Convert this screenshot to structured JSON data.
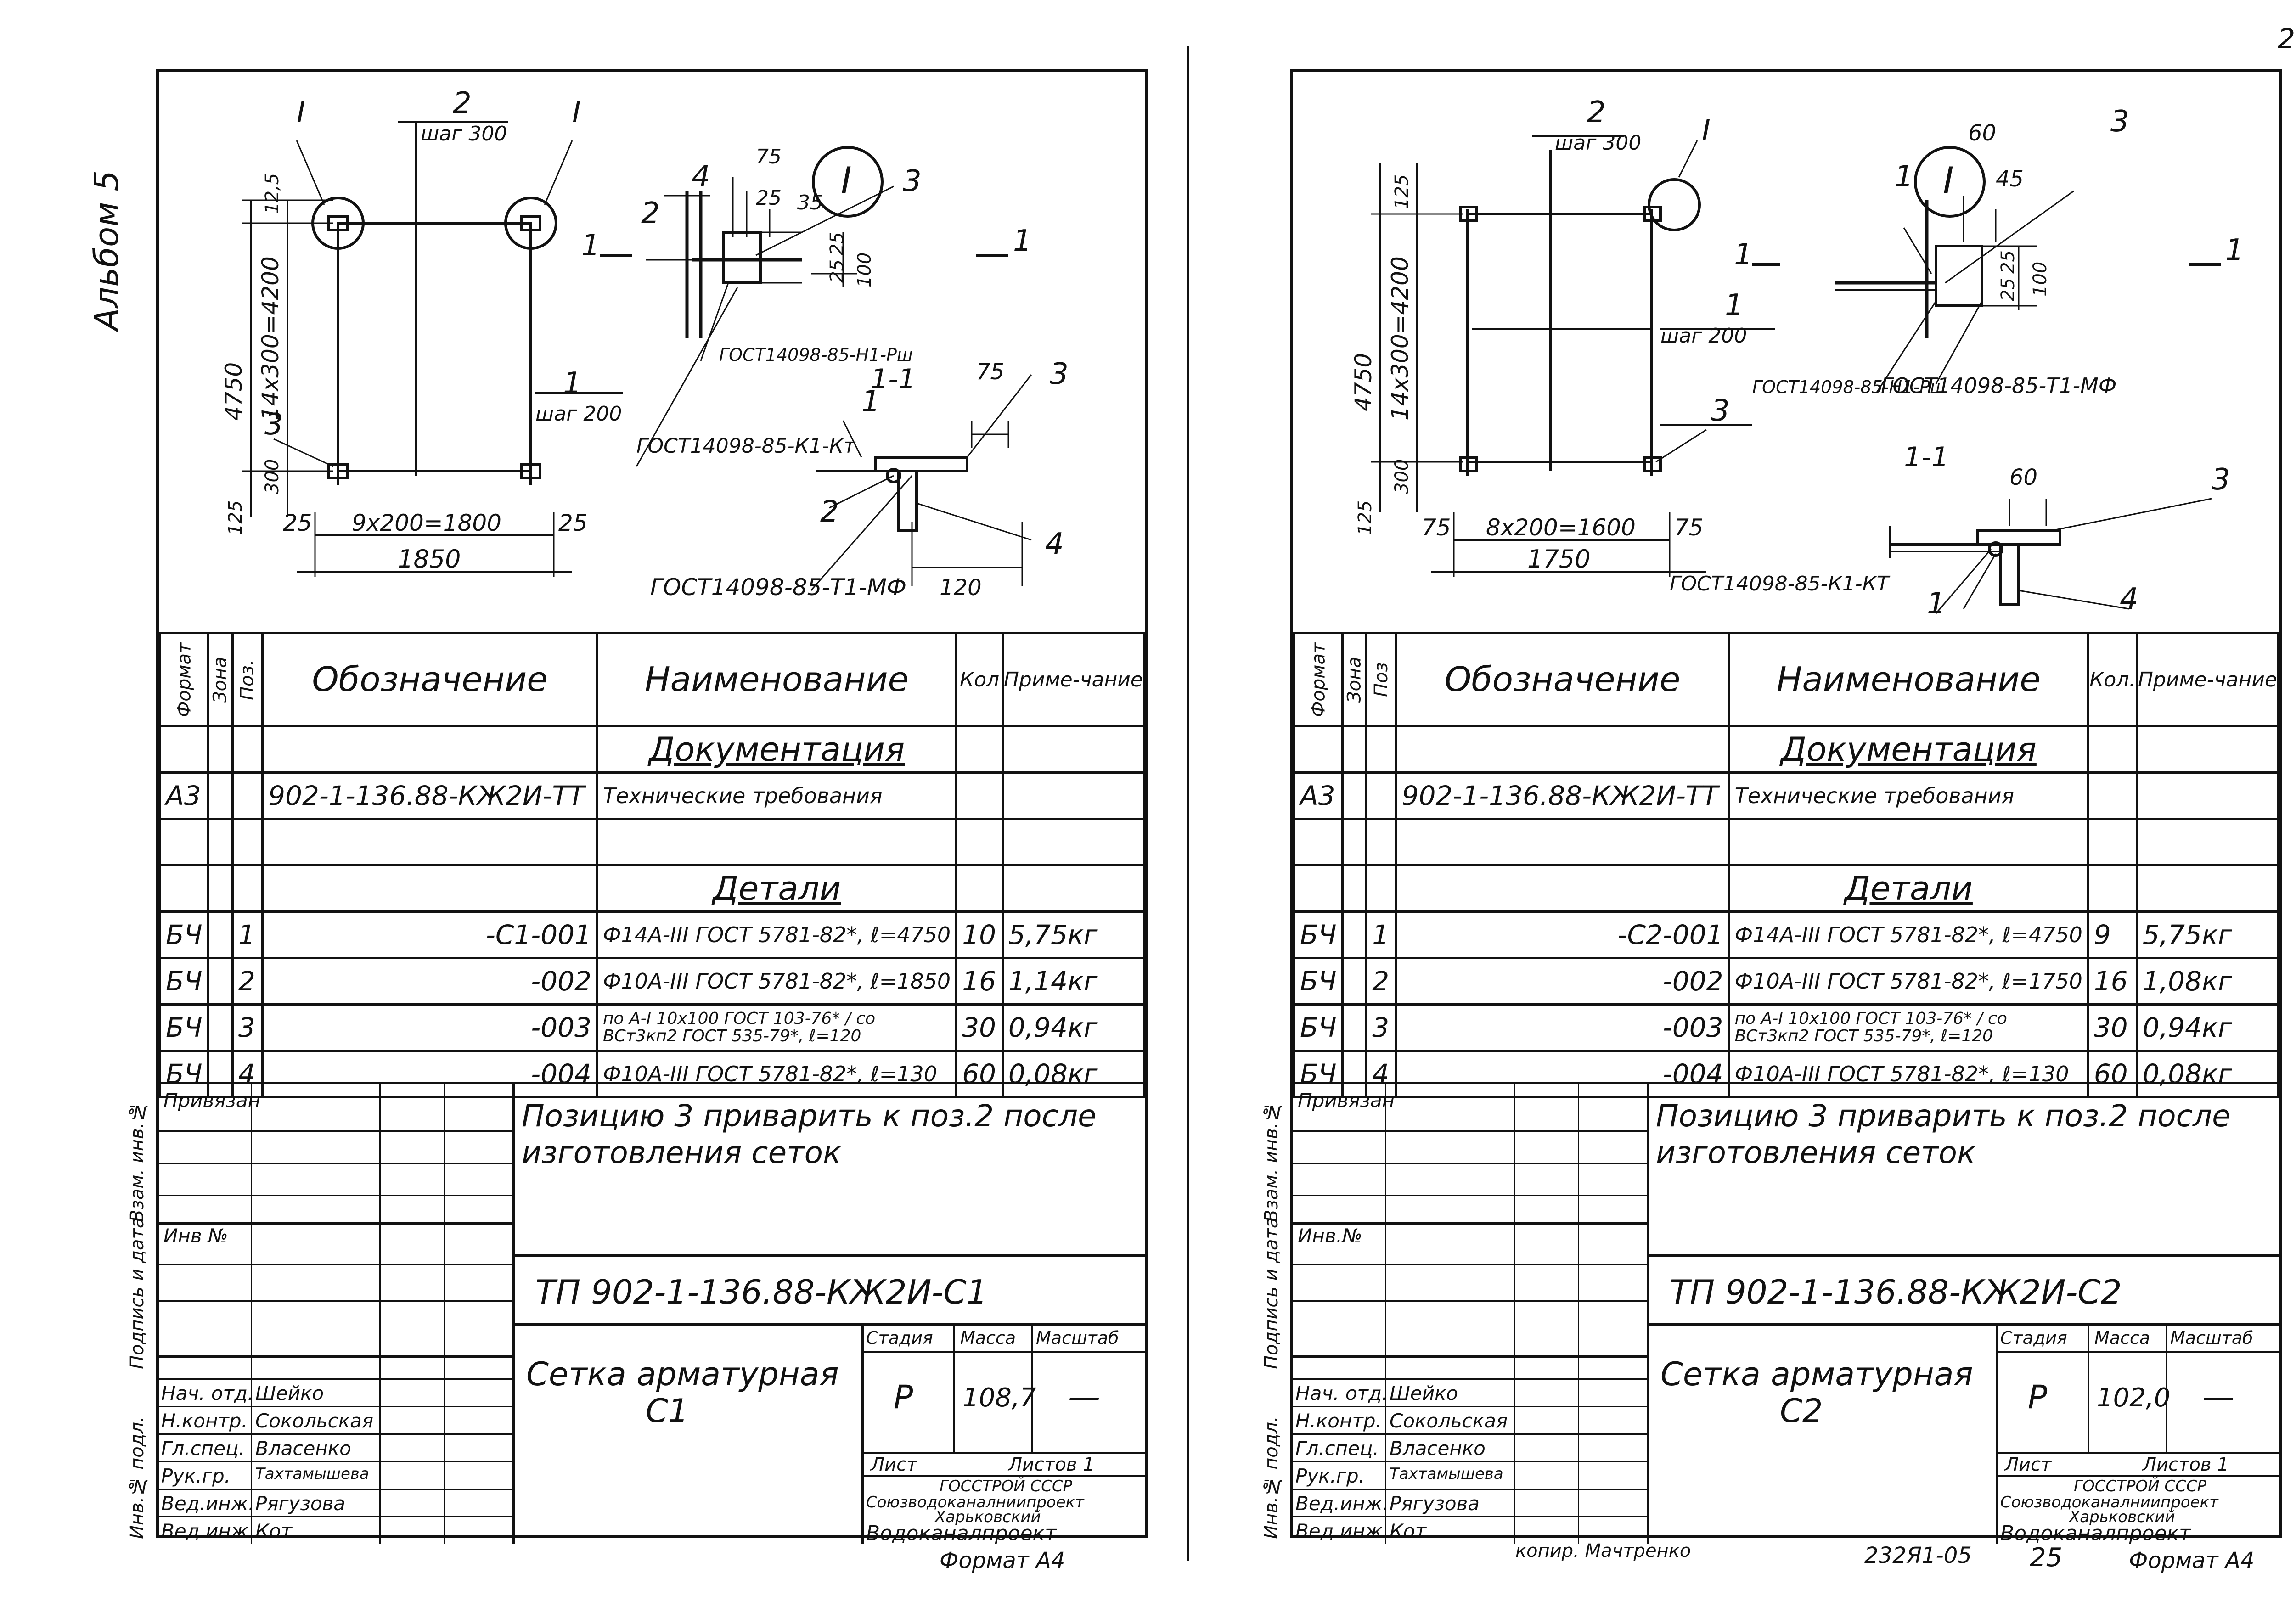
{
  "album_label": "Альбом 5",
  "page_number": "2",
  "bottom": {
    "copier": "копир. Мачтренко",
    "code": "232Я1-05",
    "page": "25"
  },
  "sheets": [
    {
      "id": "left",
      "format": "Формат А4",
      "drawing": {
        "labels": {
          "callout_a": "I",
          "callout_b": "I",
          "mark_2": "2",
          "step_2": "шаг 300",
          "dim_125_top": "12,5",
          "dim_total": "4750",
          "dim_mid": "14х300=4200",
          "dim_300": "300",
          "dim_125": "125",
          "mark_3": "3",
          "mark_1": "1",
          "step_1": "шаг 200",
          "dim_25a": "25",
          "dim_span": "9х200=1800",
          "dim_25b": "25",
          "dim_width": "1850",
          "section_mark_l": "1",
          "section_mark_r": "1",
          "node_circle": "I",
          "node_75": "75",
          "node_25": "25",
          "node_35": "35",
          "node_4": "4",
          "node_3": "3",
          "node_2": "2",
          "node_25v": "25",
          "node_100": "100",
          "node_25v2": "25",
          "gost_h1": "ГОСТ14098-85-Н1-Рш",
          "gost_k1": "ГОСТ14098-85-К1-Кт",
          "gost_t1": "ГОСТ14098-85-Т1-МФ",
          "sec_title": "1-1",
          "sec_75": "75",
          "sec_3": "3",
          "sec_1": "1",
          "sec_2": "2",
          "sec_4": "4",
          "sec_120": "120"
        }
      },
      "spec_headers": {
        "format": "Формат",
        "zone": "Зона",
        "pos": "Поз.",
        "designation": "Обозначение",
        "name": "Наименование",
        "qty": "Кол",
        "note": "Приме-чание"
      },
      "sections": {
        "docs": "Документация",
        "parts": "Детали"
      },
      "doc_row": {
        "format": "А3",
        "designation": "902-1-136.88-КЖ2И-ТТ",
        "name": "Технические требования"
      },
      "rows": [
        {
          "format": "БЧ",
          "pos": "1",
          "designation": "-С1-001",
          "name": "Ф14А-ІІІ ГОСТ 5781-82*, ℓ=4750",
          "qty": "10",
          "note": "5,75кг"
        },
        {
          "format": "БЧ",
          "pos": "2",
          "designation": "-002",
          "name": "Ф10А-ІІІ ГОСТ 5781-82*, ℓ=1850",
          "qty": "16",
          "note": "1,14кг"
        },
        {
          "format": "БЧ",
          "pos": "3",
          "designation": "-003",
          "name": "по А-І 10х100 ГОСТ 103-76* / со ВСт3кп2 ГОСТ 535-79*, ℓ=120",
          "qty": "30",
          "note": "0,94кг"
        },
        {
          "format": "БЧ",
          "pos": "4",
          "designation": "-004",
          "name": "Ф10А-ІІІ ГОСТ 5781-82*, ℓ=130",
          "qty": "60",
          "note": "0,08кг"
        }
      ],
      "title_block": {
        "tied": "Привязан",
        "inv": "Инв №",
        "note_line1": "Позицию 3 приварить к поз.2 после",
        "note_line2": "изготовления сеток",
        "code": "ТП 902-1-136.88-КЖ2И-С1",
        "title_line1": "Сетка арматурная",
        "title_line2": "С1",
        "stage_h": "Стадия",
        "mass_h": "Масса",
        "scale_h": "Масштаб",
        "stage": "Р",
        "mass": "108,7",
        "scale": "—",
        "sheet_h": "Лист",
        "sheets_h": "Листов 1",
        "org1": "ГОССТРОЙ СССР",
        "org2": "Союзводоканалниипроект",
        "org3": "Харьковский",
        "org4": "Водоканалпроект",
        "side_labels": [
          "Инв.№ подл.",
          "Подпись и дата",
          "Взам. инв.№"
        ],
        "signers": [
          {
            "role": "Нач. отд.",
            "name": "Шейко"
          },
          {
            "role": "Н.контр.",
            "name": "Сокольская"
          },
          {
            "role": "Гл.спец.",
            "name": "Власенко"
          },
          {
            "role": "Рук.гр.",
            "name": "Тахтамышева"
          },
          {
            "role": "Вед.инж.",
            "name": "Рягузова"
          },
          {
            "role": "Вед.инж.",
            "name": "Кот"
          }
        ]
      }
    },
    {
      "id": "right",
      "format": "Формат А4",
      "drawing": {
        "labels": {
          "callout_a": "I",
          "mark_2": "2",
          "step_2": "шаг 300",
          "dim_125_top": "125",
          "dim_total": "4750",
          "dim_mid": "14х300=4200",
          "dim_300": "300",
          "dim_125": "125",
          "mark_3": "3",
          "mark_1": "1",
          "step_1": "шаг 200",
          "dim_75a": "75",
          "dim_span": "8х200=1600",
          "dim_75b": "75",
          "dim_width": "1750",
          "section_mark_l": "1",
          "section_mark_r": "1",
          "node_circle": "I",
          "node_60": "60",
          "node_45": "45",
          "node_3": "3",
          "node_1": "1",
          "node_25v": "25",
          "node_100": "100",
          "node_25v2": "25",
          "gost_h1": "ГОСТ14098-85-Н1-Рш",
          "gost_t1": "ГОСТ14098-85-Т1-МФ",
          "gost_k1": "ГОСТ14098-85-К1-КТ",
          "sec_title": "1-1",
          "sec_60": "60",
          "sec_3": "3",
          "sec_1": "1",
          "sec_4": "4"
        }
      },
      "spec_headers": {
        "format": "Формат",
        "zone": "Зона",
        "pos": "Поз",
        "designation": "Обозначение",
        "name": "Наименование",
        "qty": "Кол.",
        "note": "Приме-чание"
      },
      "sections": {
        "docs": "Документация",
        "parts": "Детали"
      },
      "doc_row": {
        "format": "А3",
        "designation": "902-1-136.88-КЖ2И-ТТ",
        "name": "Технические требования"
      },
      "rows": [
        {
          "format": "БЧ",
          "pos": "1",
          "designation": "-С2-001",
          "name": "Ф14А-ІІІ ГОСТ 5781-82*, ℓ=4750",
          "qty": "9",
          "note": "5,75кг"
        },
        {
          "format": "БЧ",
          "pos": "2",
          "designation": "-002",
          "name": "Ф10А-ІІІ ГОСТ 5781-82*, ℓ=1750",
          "qty": "16",
          "note": "1,08кг"
        },
        {
          "format": "БЧ",
          "pos": "3",
          "designation": "-003",
          "name": "по А-І 10х100 ГОСТ 103-76* / со ВСт3кп2 ГОСТ 535-79*, ℓ=120",
          "qty": "30",
          "note": "0,94кг"
        },
        {
          "format": "БЧ",
          "pos": "4",
          "designation": "-004",
          "name": "Ф10А-ІІІ ГОСТ 5781-82*, ℓ=130",
          "qty": "60",
          "note": "0,08кг"
        }
      ],
      "title_block": {
        "tied": "Привязан",
        "inv": "Инв.№",
        "note_line1": "Позицию 3 приварить к поз.2 после",
        "note_line2": "изготовления сеток",
        "code": "ТП 902-1-136.88-КЖ2И-С2",
        "title_line1": "Сетка арматурная",
        "title_line2": "С2",
        "stage_h": "Стадия",
        "mass_h": "Масса",
        "scale_h": "Масштаб",
        "stage": "Р",
        "mass": "102,0",
        "scale": "—",
        "sheet_h": "Лист",
        "sheets_h": "Листов 1",
        "org1": "ГОССТРОЙ СССР",
        "org2": "Союзводоканалниипроект",
        "org3": "Харьковский",
        "org4": "Водоканалпроект",
        "side_labels": [
          "Инв.№ подл.",
          "Подпись и дата",
          "Взам. инв.№"
        ],
        "signers": [
          {
            "role": "Нач. отд.",
            "name": "Шейко"
          },
          {
            "role": "Н.контр.",
            "name": "Сокольская"
          },
          {
            "role": "Гл.спец.",
            "name": "Власенко"
          },
          {
            "role": "Рук.гр.",
            "name": "Тахтамышева"
          },
          {
            "role": "Вед.инж.",
            "name": "Рягузова"
          },
          {
            "role": "Вед.инж.",
            "name": "Кот"
          }
        ]
      }
    }
  ]
}
